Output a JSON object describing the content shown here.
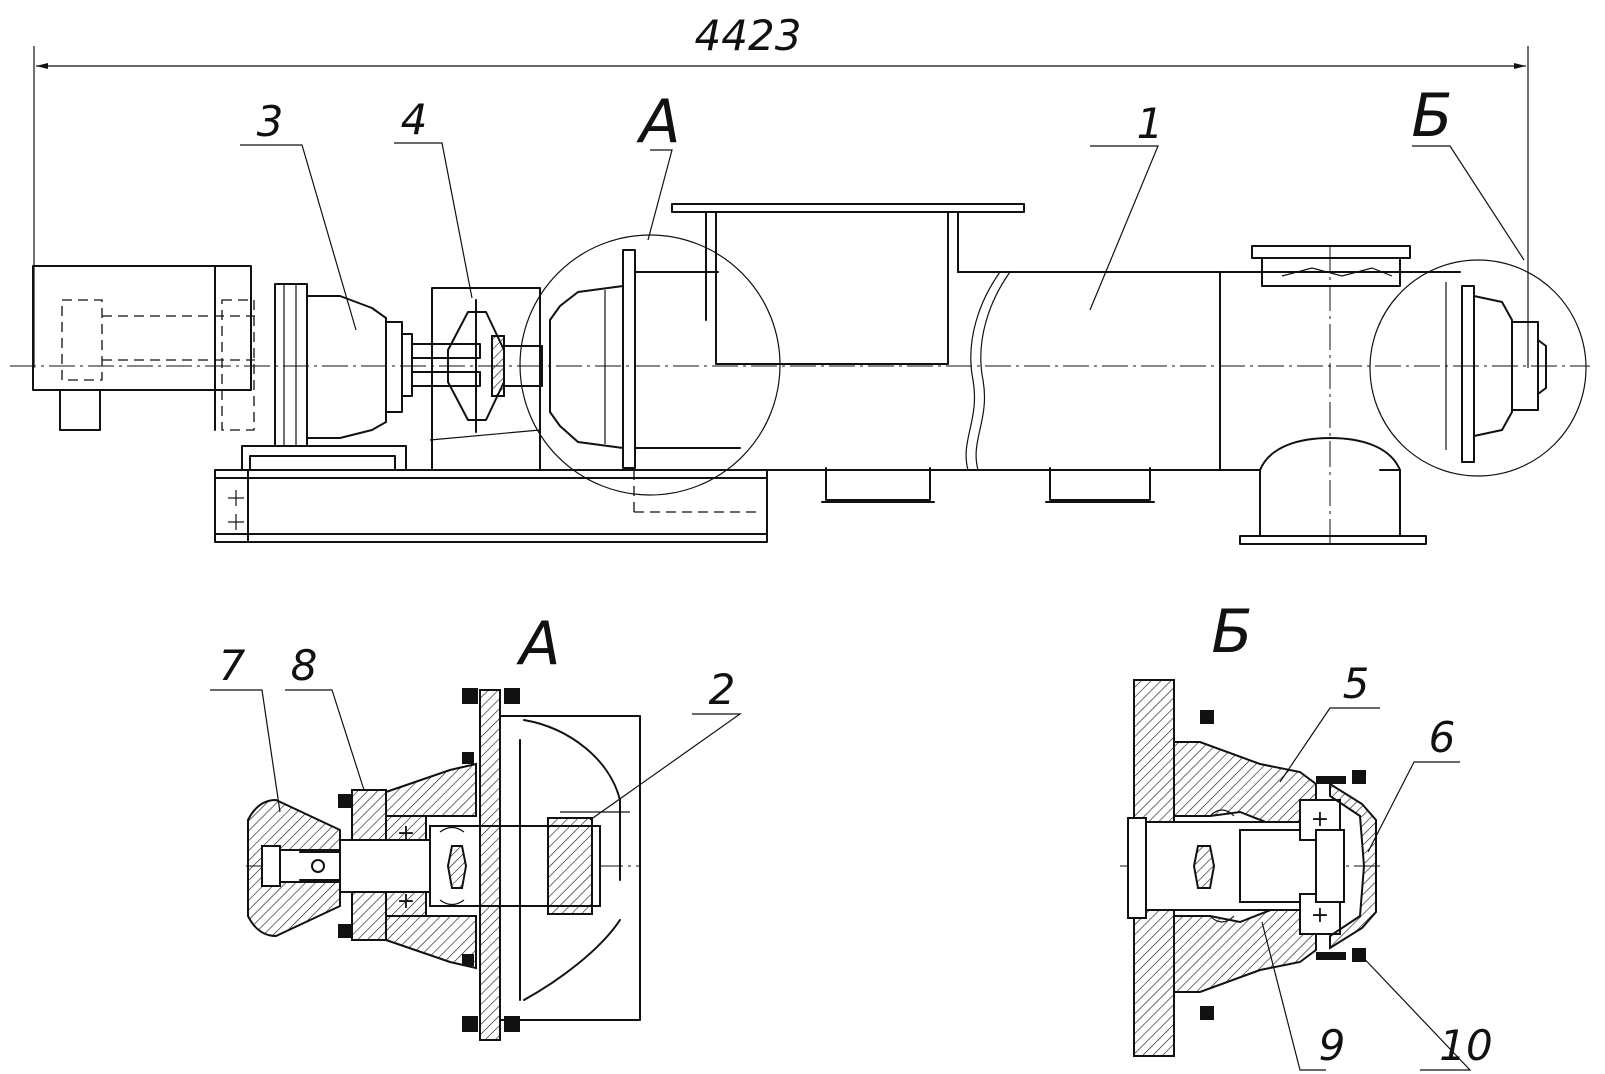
{
  "dimension": {
    "overall_length": "4423"
  },
  "main_view": {
    "callouts": {
      "conveyor_body": "1",
      "gearmotor": "3",
      "coupling": "4",
      "detail_a_marker": "А",
      "detail_b_marker": "Б"
    }
  },
  "detail_a": {
    "title": "А",
    "callouts": {
      "screw": "2",
      "shaft_end": "7",
      "seal_cover": "8"
    }
  },
  "detail_b": {
    "title": "Б",
    "callouts": {
      "bearing_housing": "5",
      "end_cap": "6",
      "seal": "9",
      "bolt": "10"
    }
  },
  "style": {
    "line_color": "#111111",
    "background": "#ffffff"
  }
}
